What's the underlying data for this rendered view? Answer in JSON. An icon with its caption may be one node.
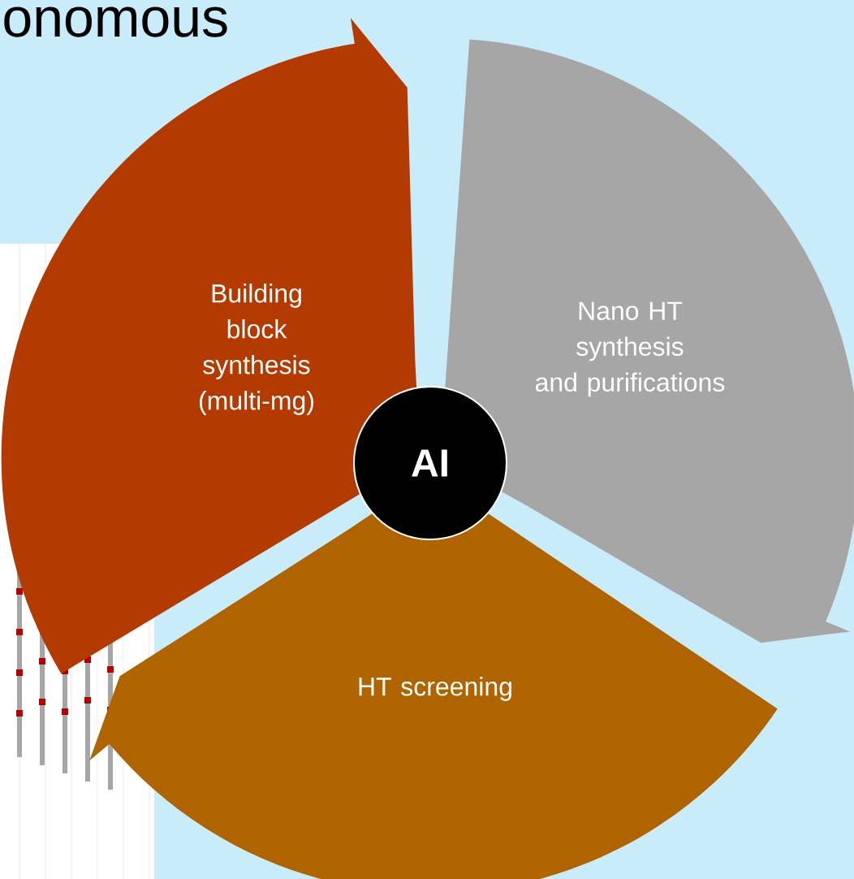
{
  "diagram": {
    "title": "onomous",
    "nodes": [
      {
        "text": [
          "Building block synthesis (multi-mg)"
        ]
      },
      {
        "text": [
          "Nano HT synthesis and purifications"
        ]
      },
      {
        "text": [
          "HT screening"
        ]
      },
      {
        "text": [
          "AI"
        ]
      }
    ]
  }
}
